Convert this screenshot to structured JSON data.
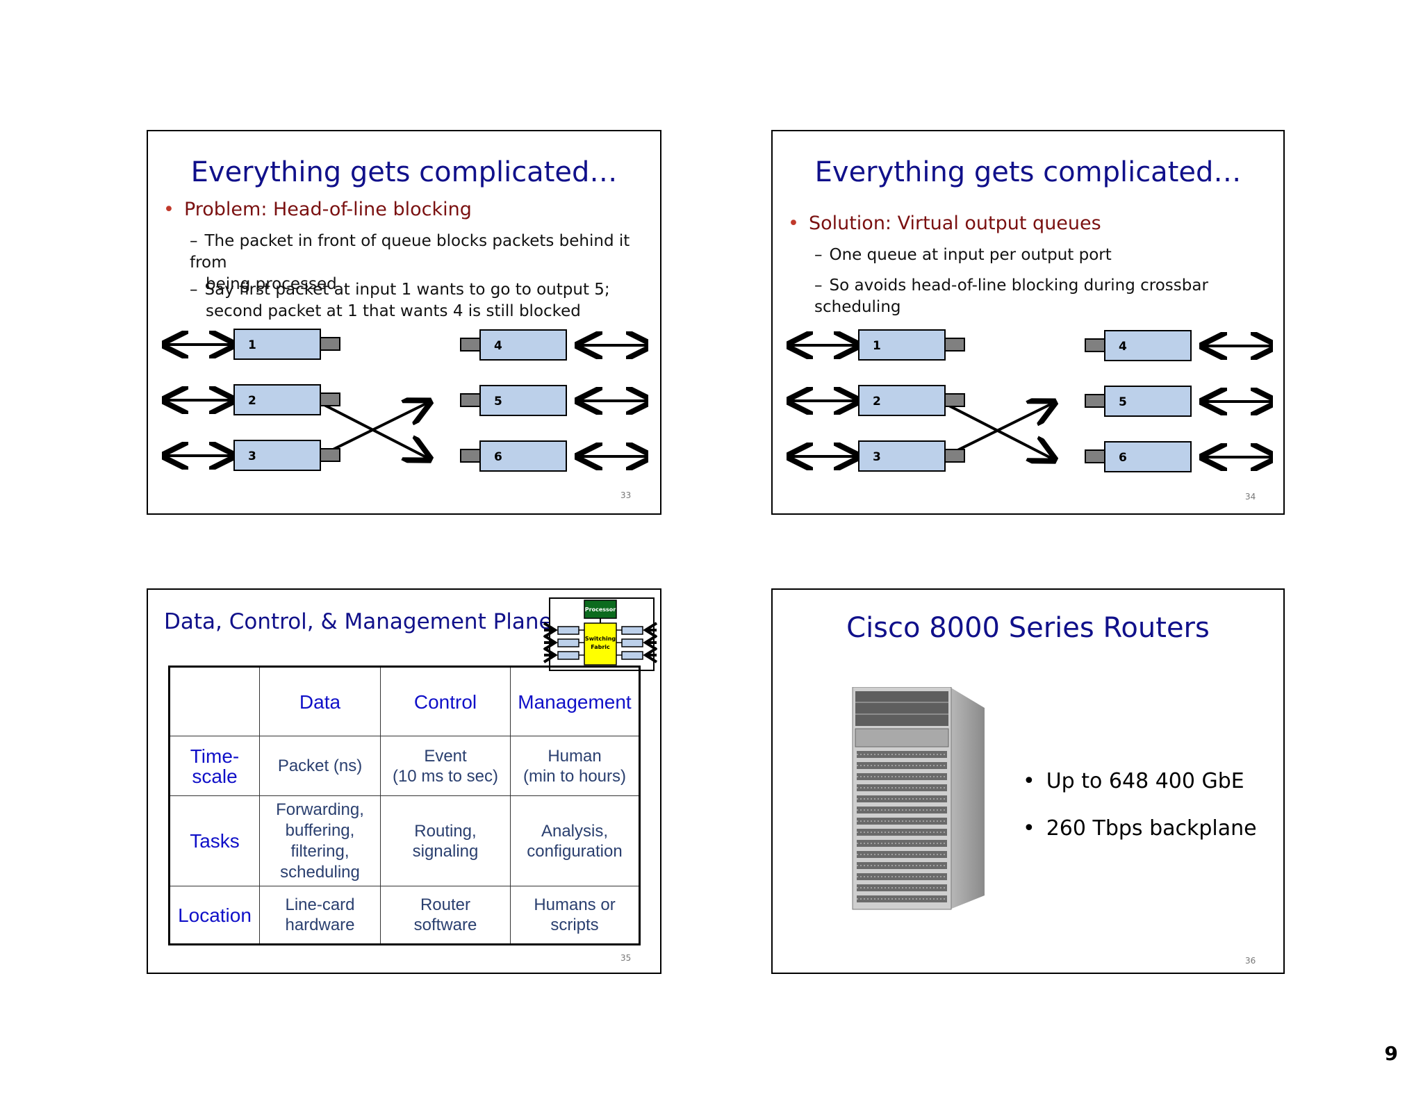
{
  "page_number": "9",
  "slides": [
    {
      "number": "33",
      "title": "Everything gets complicated…",
      "bullet": "Problem:  Head-of-line blocking",
      "sub_bullets": [
        "The packet in front of queue blocks packets behind it from",
        "being processed",
        "Say first packet at input 1 wants to go to output 5;",
        "second packet at 1 that wants 4 is still blocked"
      ],
      "inputs": [
        "1",
        "2",
        "3"
      ],
      "outputs": [
        "4",
        "5",
        "6"
      ]
    },
    {
      "number": "34",
      "title": "Everything gets complicated…",
      "bullet": "Solution:  Virtual output queues",
      "sub_bullets": [
        "One queue at input per output port",
        "So avoids head-of-line blocking during crossbar scheduling"
      ],
      "inputs": [
        "1",
        "2",
        "3"
      ],
      "outputs": [
        "4",
        "5",
        "6"
      ]
    },
    {
      "number": "35",
      "title": "Data, Control, & Management Planes",
      "mini_diagram": {
        "processor": "Processor",
        "fabric_line1": "Switching",
        "fabric_line2": "Fabric"
      },
      "table": {
        "headers": [
          "",
          "Data",
          "Control",
          "Management"
        ],
        "rows": [
          {
            "label_1": "Time-",
            "label_2": "scale",
            "cells": [
              [
                "Packet (ns)"
              ],
              [
                "Event",
                "(10 ms to sec)"
              ],
              [
                "Human",
                "(min to hours)"
              ]
            ]
          },
          {
            "label_1": "Tasks",
            "label_2": "",
            "cells": [
              [
                "Forwarding,",
                "buffering,",
                "filtering,",
                "scheduling"
              ],
              [
                "Routing,",
                "signaling"
              ],
              [
                "Analysis,",
                "configuration"
              ]
            ]
          },
          {
            "label_1": "Location",
            "label_2": "",
            "cells": [
              [
                "Line-card",
                "hardware"
              ],
              [
                "Router",
                "software"
              ],
              [
                "Humans or",
                "scripts"
              ]
            ]
          }
        ]
      }
    },
    {
      "number": "36",
      "title": "Cisco 8000 Series Routers",
      "bullets": [
        "Up to 648 400 GbE",
        "260 Tbps backplane"
      ]
    }
  ]
}
